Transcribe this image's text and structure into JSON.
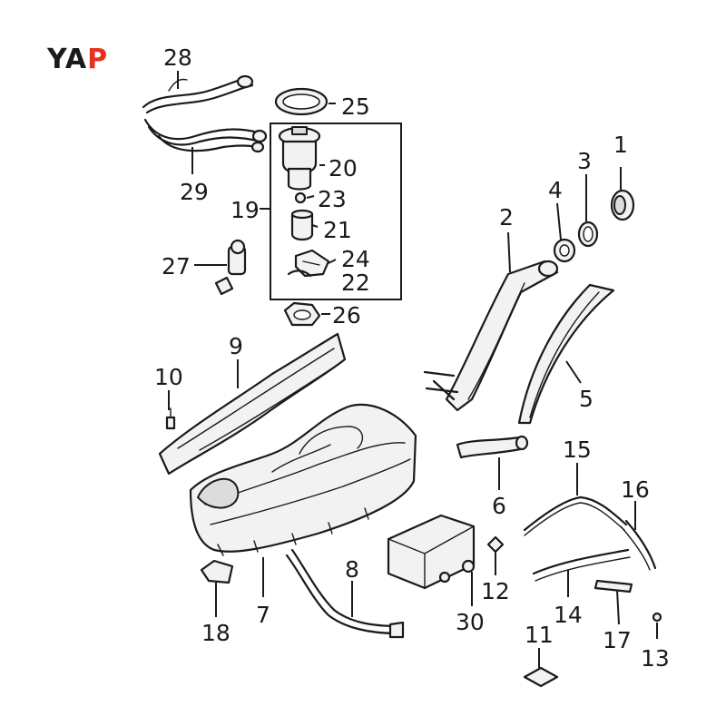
{
  "brand": {
    "logo_part1": "YA",
    "logo_part2": "P",
    "color1": "#1a1a1a",
    "color2": "#e8321e"
  },
  "callouts": {
    "c1": "1",
    "c2": "2",
    "c3": "3",
    "c4": "4",
    "c5": "5",
    "c6": "6",
    "c7": "7",
    "c8": "8",
    "c9": "9",
    "c10": "10",
    "c11": "11",
    "c12": "12",
    "c13": "13",
    "c14": "14",
    "c15": "15",
    "c16": "16",
    "c17": "17",
    "c18": "18",
    "c19": "19",
    "c20": "20",
    "c21": "21",
    "c22": "22",
    "c23": "23",
    "c24": "24",
    "c25": "25",
    "c26": "26",
    "c27": "27",
    "c28": "28",
    "c29": "29",
    "c30": "30"
  }
}
